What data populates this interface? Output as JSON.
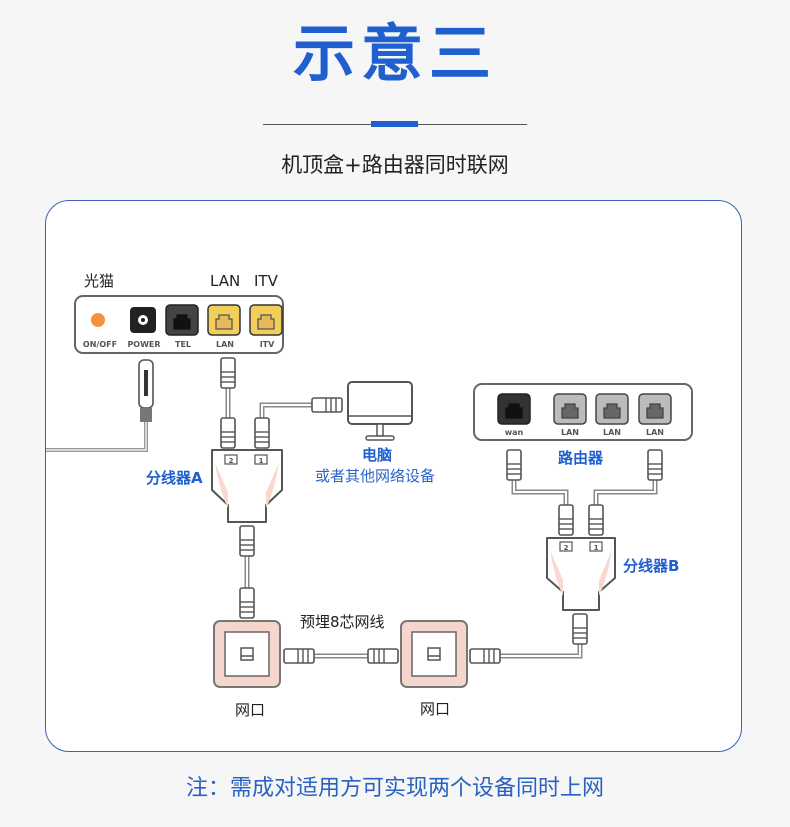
{
  "header": {
    "title": "示意三",
    "subtitle": "机顶盒+路由器同时联网"
  },
  "diagram": {
    "modem": {
      "label": "光猫",
      "top_labels": [
        "LAN",
        "ITV"
      ],
      "ports": [
        "ON/OFF",
        "POWER",
        "TEL",
        "LAN",
        "ITV"
      ]
    },
    "router": {
      "label": "路由器",
      "ports": [
        "wan",
        "LAN",
        "LAN",
        "LAN"
      ]
    },
    "splitter_a": {
      "label": "分线器A",
      "port_numbers": [
        "2",
        "1"
      ]
    },
    "splitter_b": {
      "label": "分线器B",
      "port_numbers": [
        "2",
        "1"
      ]
    },
    "computer": {
      "label": "电脑",
      "sublabel": "或者其他网络设备"
    },
    "cable_label": "预埋8芯网线",
    "wall_ports": [
      "网口",
      "网口"
    ]
  },
  "colors": {
    "accent": "#1f5fcf",
    "port_yellow": "#f1cf5a",
    "splitter_pink": "#f8d9d0",
    "wall_plate": "#f6d6cc",
    "led_orange": "#f5923e"
  },
  "footer": {
    "note": "注：需成对适用方可实现两个设备同时上网"
  }
}
